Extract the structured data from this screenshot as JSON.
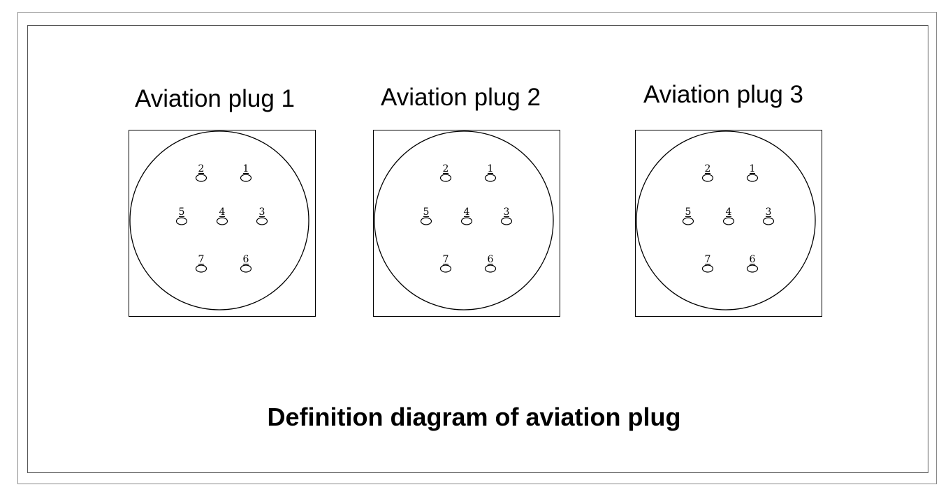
{
  "plugs": [
    {
      "title": "Aviation plug 1"
    },
    {
      "title": "Aviation plug 2"
    },
    {
      "title": "Aviation plug 3"
    }
  ],
  "pins": [
    "2",
    "1",
    "5",
    "4",
    "3",
    "7",
    "6"
  ],
  "caption": "Definition diagram of aviation plug"
}
